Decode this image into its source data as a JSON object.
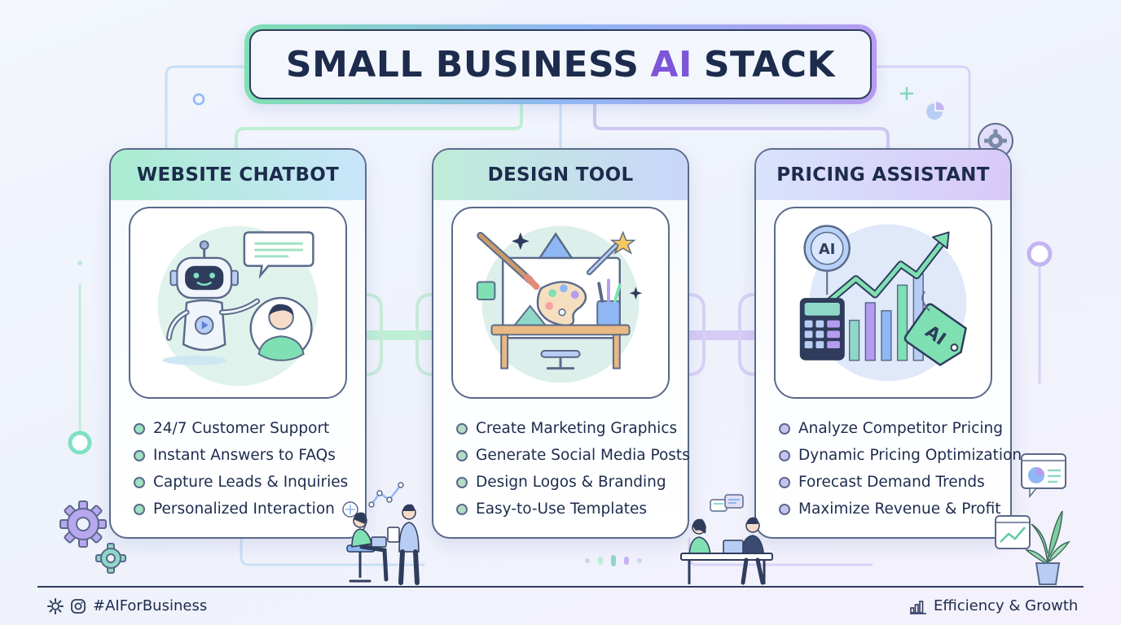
{
  "title": {
    "prefix": "SMALL BUSINESS",
    "highlight": "AI",
    "suffix": "STACK"
  },
  "cards": [
    {
      "title": "WEBSITE CHATBOT",
      "icon": "robot-chat-icon",
      "items": [
        "24/7 Customer Support",
        "Instant Answers to FAQs",
        "Capture Leads & Inquiries",
        "Personalized Interaction"
      ]
    },
    {
      "title": "DESIGN TOOL",
      "icon": "design-palette-icon",
      "items": [
        "Create Marketing Graphics",
        "Generate Social Media Posts",
        "Design Logos & Branding",
        "Easy-to-Use Templates"
      ]
    },
    {
      "title": "PRICING ASSISTANT",
      "icon": "pricing-growth-icon",
      "items": [
        "Analyze Competitor Pricing",
        "Dynamic Pricing Optimization",
        "Forecast Demand Trends",
        "Maximize Revenue & Profit"
      ]
    }
  ],
  "illustration_labels": {
    "brain": "AI",
    "tag": "AI"
  },
  "footer": {
    "hashtag": "#AIForBusiness",
    "tagline": "Efficiency & Growth"
  },
  "colors": {
    "mint": "#9fe2c4",
    "blue": "#8fb7f3",
    "purple": "#b59cf0",
    "navy": "#1d2b4d"
  }
}
